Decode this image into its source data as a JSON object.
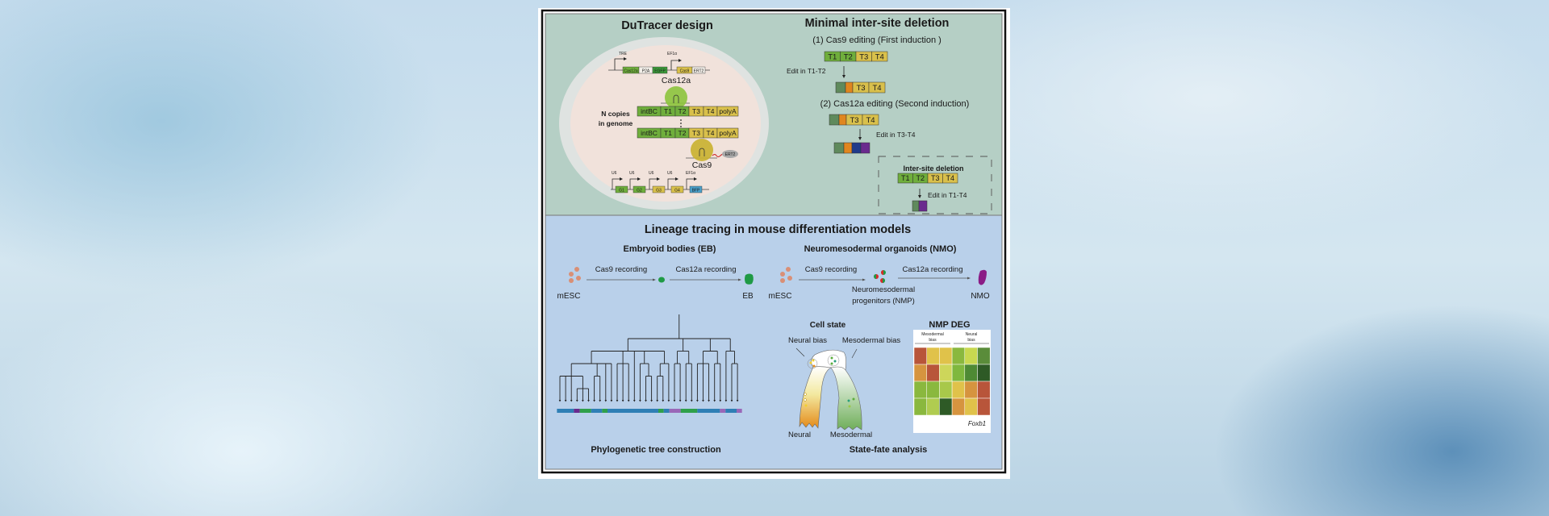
{
  "top_left": {
    "title": "DuTracer design",
    "promoters": {
      "tre": "TRE",
      "ef1a": "EF1α",
      "u6": "U6"
    },
    "cassette1": [
      "Cas12a",
      "P2A",
      "EGFP"
    ],
    "cassette2": [
      "Cas9",
      "ERT2"
    ],
    "cas12a_label": "Cas12a",
    "cas9_label": "Cas9",
    "ert2_label": "ERT2",
    "n_copies": [
      "N copies",
      "in genome"
    ],
    "array": [
      "intBC",
      "T1",
      "T2",
      "T3",
      "T4",
      "polyA"
    ],
    "guides": [
      "G1",
      "G2",
      "G3",
      "G4",
      "BFP"
    ]
  },
  "top_right": {
    "title": "Minimal inter-site deletion",
    "step1": "(1) Cas9 editing (First induction )",
    "targets": [
      "T1",
      "T2",
      "T3",
      "T4"
    ],
    "edit1": "Edit in T1-T2",
    "step2": "(2) Cas12a editing (Second induction)",
    "edit2": "Edit in T3-T4",
    "inter_title": "Inter-site deletion",
    "edit3": "Edit in T1-T4"
  },
  "bottom": {
    "title": "Lineage tracing in mouse differentiation models",
    "eb": {
      "title": "Embryoid bodies (EB)",
      "mesc": "mESC",
      "cas9": "Cas9 recording",
      "cas12a": "Cas12a recording",
      "end": "EB",
      "caption": "Phylogenetic tree construction"
    },
    "nmo": {
      "title": "Neuromesodermal organoids (NMO)",
      "mesc": "mESC",
      "cas9": "Cas9 recording",
      "cas12a": "Cas12a recording",
      "nmp": [
        "Neuromesodermal",
        "progenitors (NMP)"
      ],
      "end": "NMO",
      "cell_state": "Cell state",
      "neural_bias": "Neural bias",
      "meso_bias": "Mesodermal bias",
      "neural": "Neural",
      "mesodermal": "Mesodermal",
      "deg_title": "NMP DEG",
      "deg_groups": [
        [
          "Mesodermal",
          "bias"
        ],
        [
          "Neural",
          "bias"
        ]
      ],
      "gene": "Foxb1",
      "heatmap": [
        [
          "#b8553a",
          "#e0c24a",
          "#e0c24a",
          "#8ab83e",
          "#c8d850",
          "#5a8c3a"
        ],
        [
          "#d6943f",
          "#b8553a",
          "#cdd65a",
          "#7fb83e",
          "#4e8a34",
          "#2e5a26"
        ],
        [
          "#8ab83e",
          "#8ab83e",
          "#a8c84a",
          "#e0c24a",
          "#d6943f",
          "#b8553a"
        ],
        [
          "#8ab83e",
          "#b0cc50",
          "#2e5a26",
          "#d6943f",
          "#e0c24a",
          "#b8553a"
        ]
      ],
      "caption": "State-fate analysis"
    }
  },
  "colors": {
    "top_panel": "#b5cfc5",
    "bottom_panel": "#b9d0ea",
    "green": "#6fae3c",
    "yellow": "#d9c04b",
    "edit_gray": "#5f8a5c",
    "orange": "#e0861e",
    "navy": "#1f3a8a",
    "purple": "#6a2a8e",
    "blue": "#2f7fb5"
  }
}
